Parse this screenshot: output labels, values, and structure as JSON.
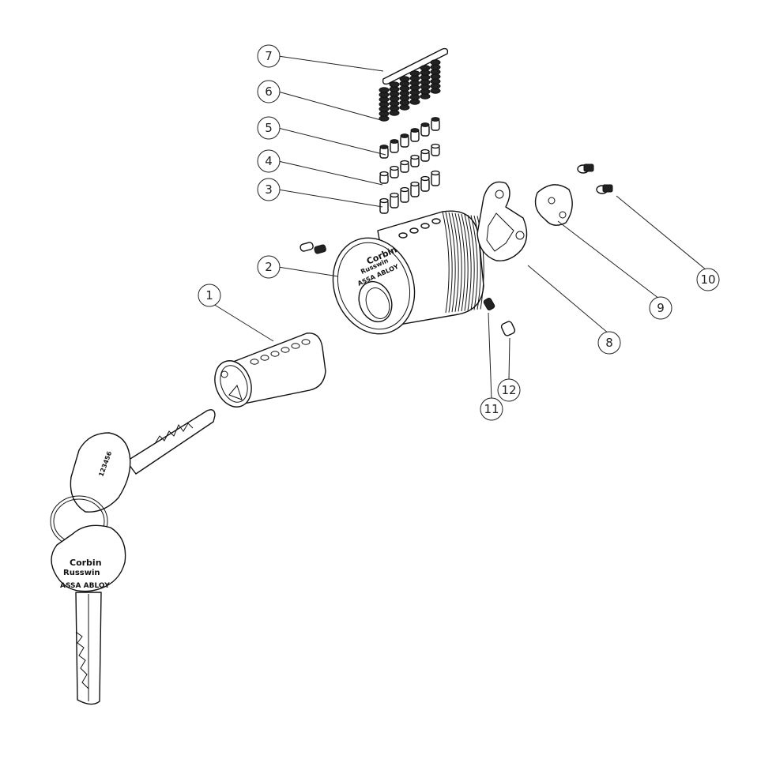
{
  "callouts": [
    {
      "id": "1",
      "label": "1"
    },
    {
      "id": "2",
      "label": "2"
    },
    {
      "id": "3",
      "label": "3"
    },
    {
      "id": "4",
      "label": "4"
    },
    {
      "id": "5",
      "label": "5"
    },
    {
      "id": "6",
      "label": "6"
    },
    {
      "id": "7",
      "label": "7"
    },
    {
      "id": "8",
      "label": "8"
    },
    {
      "id": "9",
      "label": "9"
    },
    {
      "id": "10",
      "label": "10"
    },
    {
      "id": "11",
      "label": "11"
    },
    {
      "id": "12",
      "label": "12"
    }
  ],
  "brand": {
    "housing_line1": "Corbin",
    "housing_line2": "Russwin",
    "housing_line3": "ASSA ABLOY",
    "key_line1": "Corbin",
    "key_line2": "Russwin",
    "key_line3": "ASSA ABLOY",
    "key_stamp": "123456"
  }
}
